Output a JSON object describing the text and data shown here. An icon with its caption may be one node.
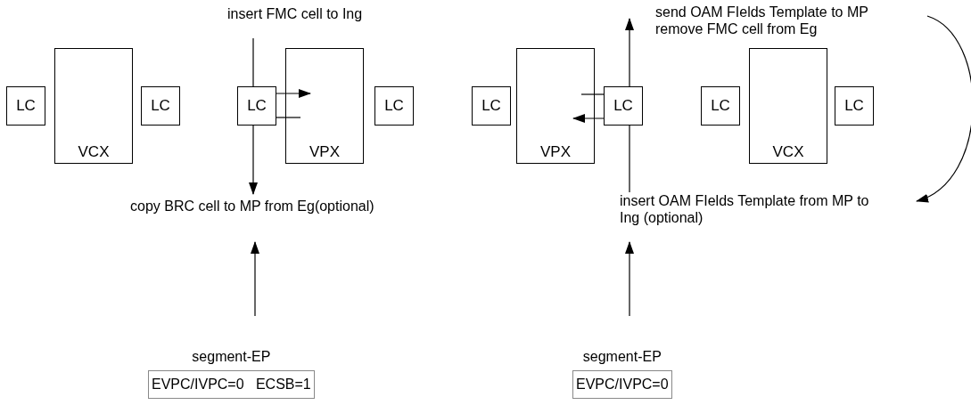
{
  "diagram": {
    "nodes": [
      {
        "text": [
          "LC"
        ]
      },
      {
        "text": [
          "VCX"
        ]
      },
      {
        "text": [
          "LC"
        ]
      },
      {
        "text": [
          "LC"
        ]
      },
      {
        "text": [
          "VPX"
        ]
      },
      {
        "text": [
          "LC"
        ]
      },
      {
        "text": [
          "LC"
        ]
      },
      {
        "text": [
          "VPX"
        ]
      },
      {
        "text": [
          "LC"
        ]
      },
      {
        "text": [
          "LC"
        ]
      },
      {
        "text": [
          "VCX"
        ]
      },
      {
        "text": [
          "LC"
        ]
      },
      {
        "text": [
          "insert FMC cell to Ing"
        ]
      },
      {
        "text": [
          "copy BRC cell to MP from Eg(optional)"
        ]
      },
      {
        "text": [
          "segment-EP",
          "EVPC/IVPC=0   ECSB=1"
        ]
      },
      {
        "text": [
          "send OAM FIelds Template to MP",
          "remove FMC cell from Eg"
        ]
      },
      {
        "text": [
          "insert OAM FIelds Template from MP to Ing (optional)"
        ]
      },
      {
        "text": [
          "segment-EP",
          "EVPC/IVPC=0"
        ]
      }
    ],
    "edges": [
      {
        "from": 12,
        "to": 3,
        "arrow": "none"
      },
      {
        "from": 3,
        "to": 4,
        "arrow": "to"
      },
      {
        "from": 4,
        "to": 3,
        "arrow": "none"
      },
      {
        "from": 3,
        "to": 13,
        "arrow": "to"
      },
      {
        "from": 14,
        "to": 13,
        "arrow": "to"
      },
      {
        "from": 16,
        "to": 8,
        "arrow": "none"
      },
      {
        "from": 8,
        "to": 7,
        "arrow": "to"
      },
      {
        "from": 7,
        "to": 8,
        "arrow": "none"
      },
      {
        "from": 8,
        "to": 15,
        "arrow": "to"
      },
      {
        "from": 15,
        "to": 16,
        "arrow": "to"
      },
      {
        "from": 17,
        "to": 16,
        "arrow": "to"
      }
    ]
  }
}
